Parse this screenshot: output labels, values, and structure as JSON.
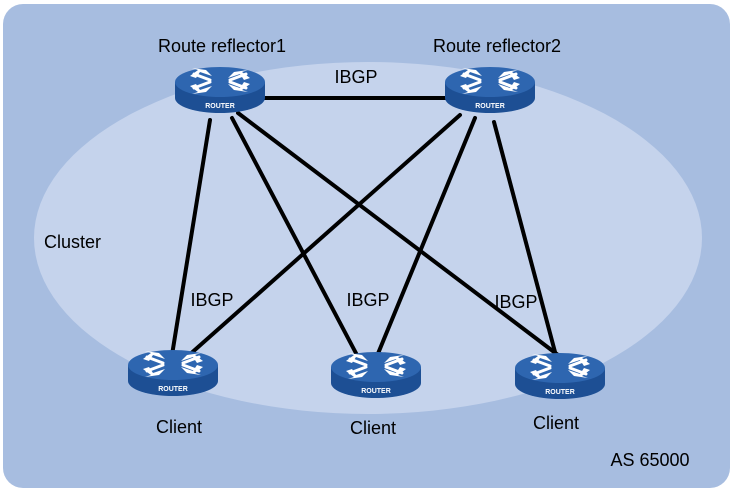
{
  "as_label": "AS 65000",
  "cluster_label": "Cluster",
  "device_caption": "ROUTER",
  "link_label": "IBGP",
  "reflectors": [
    {
      "label": "Route reflector1"
    },
    {
      "label": "Route reflector2"
    }
  ],
  "clients": [
    {
      "label": "Client"
    },
    {
      "label": "Client"
    },
    {
      "label": "Client"
    }
  ],
  "link_labels": [
    "IBGP",
    "IBGP",
    "IBGP",
    "IBGP"
  ],
  "colors": {
    "as_bg": "#a7bde0",
    "cluster_bg": "#c5d3ec",
    "router_top": "#2e66b0",
    "router_side": "#1d4f94",
    "link": "#000000"
  }
}
